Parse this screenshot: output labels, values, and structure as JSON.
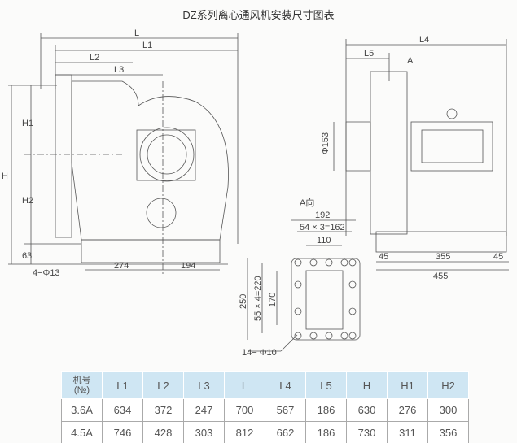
{
  "title": "DZ系列离心通风机安装尺寸图表",
  "side_view": {
    "L": "L",
    "L1": "L1",
    "L2": "L2",
    "L3": "L3",
    "H": "H",
    "H1": "H1",
    "H2": "H2",
    "dim_63": "63",
    "dim_274": "274",
    "dim_194": "194",
    "holes": "4−Φ13"
  },
  "front_view": {
    "L4": "L4",
    "L5": "L5",
    "arrow_A": "A",
    "phi153": "Φ153",
    "dim_45_left": "45",
    "dim_355": "355",
    "dim_45_right": "45",
    "dim_455": "455"
  },
  "flange_view": {
    "label": "A向",
    "dim_192": "192",
    "dim_162": "54 × 3=162",
    "dim_110": "110",
    "dim_250": "250",
    "dim_220": "55 × 4=220",
    "dim_170": "170",
    "holes": "14− Φ10"
  },
  "table": {
    "headers": [
      "机号\n(№)",
      "L1",
      "L2",
      "L3",
      "L",
      "L4",
      "L5",
      "H",
      "H1",
      "H2"
    ],
    "rows": [
      [
        "3.6A",
        "634",
        "372",
        "247",
        "700",
        "567",
        "186",
        "630",
        "276",
        "300"
      ],
      [
        "4.5A",
        "746",
        "428",
        "303",
        "812",
        "662",
        "186",
        "730",
        "311",
        "356"
      ]
    ]
  }
}
